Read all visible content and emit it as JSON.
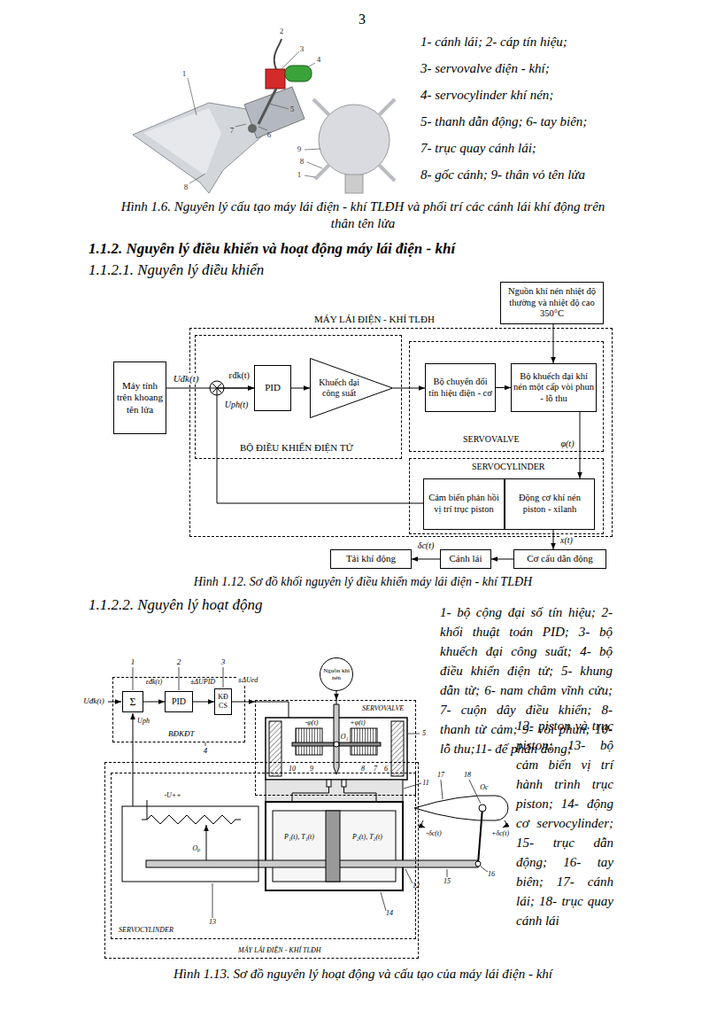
{
  "diagram": {
    "nodes": [
      {
        "text": [
          "Máy tính trên khoang tên lửa"
        ]
      },
      {
        "text": [
          "MÁY LÁI ĐIỆN - KHÍ TLĐH"
        ]
      },
      {
        "text": [
          "BỘ ĐIỀU KHIỂN ĐIỆN TỬ"
        ],
        "in": 1
      },
      {
        "text": [
          "PID"
        ],
        "in": 2
      },
      {
        "text": [
          "Khuếch đại công suất"
        ],
        "in": 2
      },
      {
        "text": [
          "Nguồn khí nén nhiệt độ thường và nhiệt độ cao 350°C"
        ]
      },
      {
        "text": [
          "SERVOVALVE"
        ],
        "in": 1
      },
      {
        "text": [
          "Bộ chuyển đổi tín hiệu điện - cơ"
        ],
        "in": 6
      },
      {
        "text": [
          "Bộ khuếch đại khí nén một cấp vòi phun - lỗ thu"
        ],
        "in": 6
      },
      {
        "text": [
          "SERVOCYLINDER"
        ],
        "in": 1
      },
      {
        "text": [
          "Cảm biến phản hồi vị trí trục piston"
        ],
        "in": 9
      },
      {
        "text": [
          "Động cơ khí nén piston - xilanh"
        ],
        "in": 9
      },
      {
        "text": [
          "Tải khí động"
        ]
      },
      {
        "text": [
          "Cánh lái"
        ]
      },
      {
        "text": [
          "Cơ cấu dẫn động"
        ]
      },
      {
        "text": [
          "BĐKĐT"
        ]
      },
      {
        "text": [
          "Σ"
        ],
        "in": 15
      },
      {
        "text": [
          "PID"
        ],
        "in": 15
      },
      {
        "text": [
          "KĐ CS"
        ],
        "in": 15
      },
      {
        "text": [
          "Nguồn khí nén"
        ]
      },
      {
        "text": [
          "SERVOVALVE"
        ]
      },
      {
        "text": [
          "MÁY LÁI ĐIỆN - KHÍ TLĐH"
        ]
      },
      {
        "text": [
          "SERVOCYLINDER"
        ],
        "in": 21
      }
    ],
    "edges": [
      {
        "from": 0,
        "to": 3,
        "arrow": "to",
        "label": "Uđk(t)"
      },
      {
        "from": 3,
        "to": 4,
        "arrow": "to"
      },
      {
        "from": 4,
        "to": 7,
        "arrow": "to"
      },
      {
        "from": 7,
        "to": 8,
        "arrow": "to"
      },
      {
        "from": 5,
        "to": 8,
        "arrow": "to"
      },
      {
        "from": 8,
        "to": 11,
        "arrow": "to",
        "label": "φ(t)"
      },
      {
        "from": 11,
        "to": 14,
        "arrow": "to",
        "label": "x(t)"
      },
      {
        "from": 14,
        "to": 13,
        "arrow": "to"
      },
      {
        "from": 13,
        "to": 12,
        "arrow": "to",
        "label": "δc(t)"
      },
      {
        "from": 10,
        "to": 3,
        "arrow": "to",
        "label": "Uph(t)"
      },
      {
        "from": 16,
        "to": 17,
        "arrow": "to",
        "label": "εđk(t)"
      },
      {
        "from": 17,
        "to": 18,
        "arrow": "to",
        "label": "±ΔUPID"
      },
      {
        "from": 18,
        "to": 20,
        "arrow": "to",
        "label": "±ΔUed"
      },
      {
        "from": 19,
        "to": 20,
        "arrow": "to"
      }
    ],
    "labels": [
      "3",
      "1",
      "2",
      "3",
      "4",
      "5",
      "6",
      "7",
      "8",
      "9",
      "8",
      "1",
      "1- cánh lái; 2- cáp tín hiệu;",
      "3- servovalve điện - khí;",
      "4- servocylinder khí nén;",
      "5- thanh dẫn động; 6- tay biên;",
      "7- trục quay cánh lái;",
      "8- gốc cánh; 9- thân vỏ tên lửa",
      "Hình 1.6. Nguyên lý cấu tạo máy lái điện - khí TLĐH và phối trí các cánh lái khí động trên thân tên lửa",
      "1.1.2. Nguyên lý điều khiển và hoạt động máy lái điện - khí",
      "1.1.2.1. Nguyên lý điều khiển",
      "εđk(t)",
      "Hình 1.12. Sơ đồ khối nguyên lý điều khiển máy lái điện - khí TLĐH",
      "1.1.2.2. Nguyên lý hoạt động",
      "1- bộ cộng đại số tín hiệu; 2- khối thuật toán PID; 3- bộ khuếch đại công suất; 4- bộ điều khiển điện tử; 5- khung dẫn từ; 6- nam châm vĩnh cửu; 7- cuộn dây điều khiển; 8- thanh từ cảm; 9- vòi phun; 10- lỗ thu;11- đế phân dòng;",
      "12- piston và trục piston; 13- bộ cảm biến vị trí hành trình trục piston; 14- động cơ servocylinder; 15- trục dẫn động; 16- tay biên; 17- cánh lái; 18- trục quay cánh lái",
      "Uđk(t)",
      "1",
      "2",
      "3",
      "4",
      "Uph",
      "5",
      "6",
      "7",
      "8",
      "9",
      "10",
      "+φ(t)",
      "-φ(t)",
      "O₁",
      "11",
      "P₁(t), T₁(t)",
      "P₂(t), T₂(t)",
      "-U++",
      "Oₚ",
      "12",
      "13",
      "14",
      "15",
      "16",
      "17",
      "18",
      "-δc(t)",
      "+δc(t)",
      "Oc",
      "Hình 1.13. Sơ đồ nguyên lý hoạt động và cấu tạo của máy lái điện - khí"
    ]
  }
}
